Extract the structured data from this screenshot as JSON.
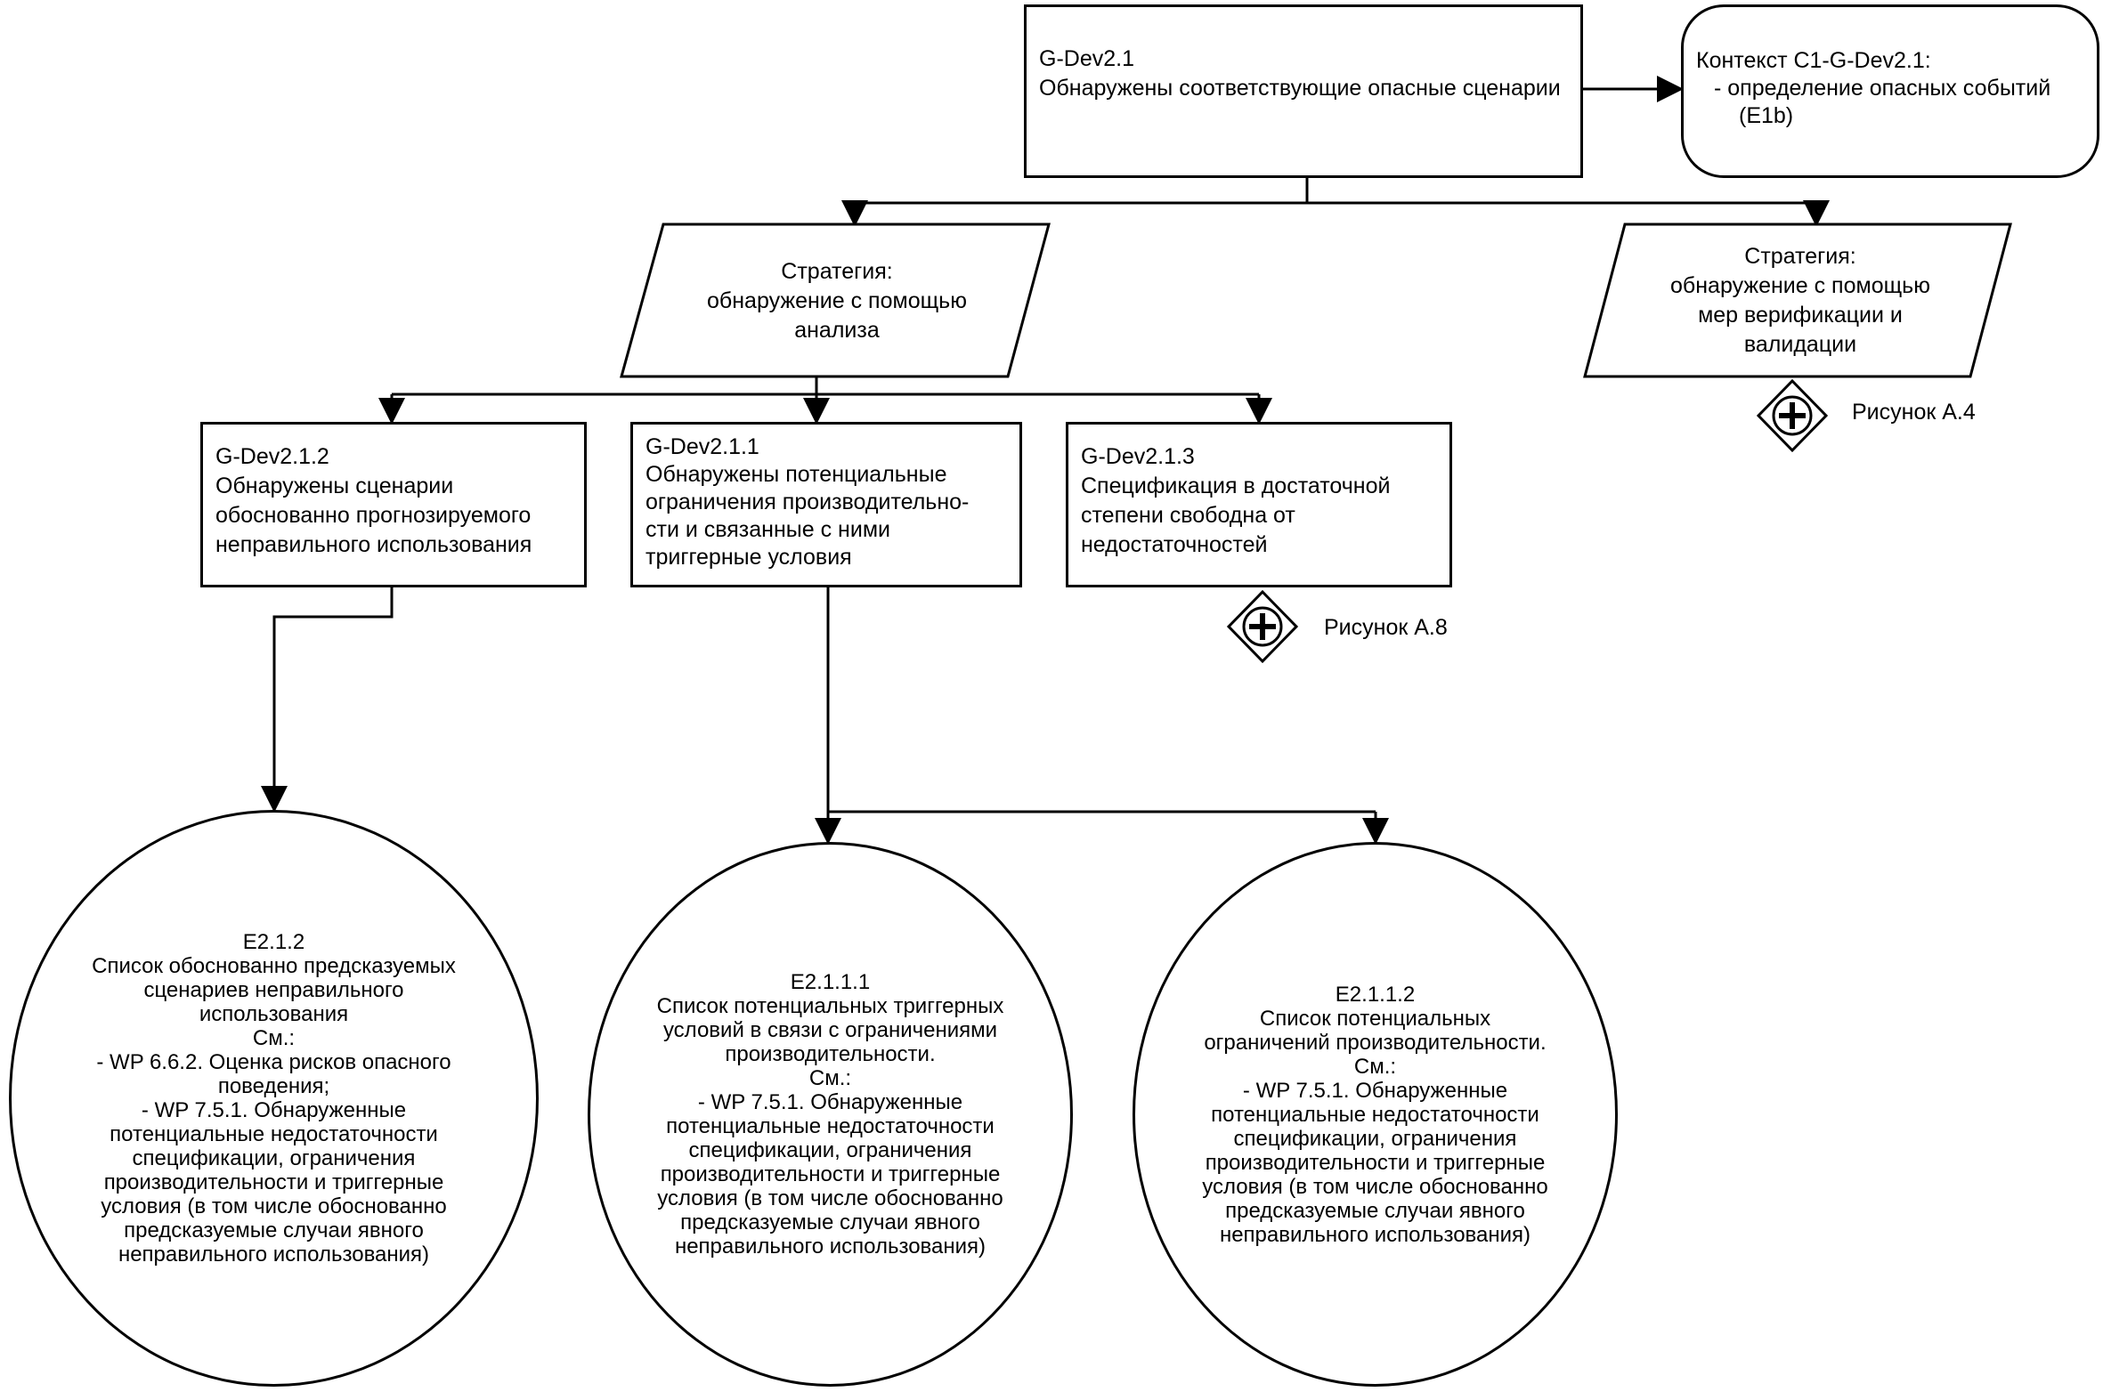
{
  "goals": {
    "g21": {
      "id": "G-Dev2.1",
      "text": "Обнаружены соответствующие опасные сценарии"
    },
    "g212": {
      "id": "G-Dev2.1.2",
      "text": "Обнаружены сценарии\nобоснованно прогнозируемого\nнеправильного использования"
    },
    "g211": {
      "id": "G-Dev2.1.1",
      "text": "Обнаружены потенциальные\nограничения производительно-\nсти и связанные с ними\nтриггерные условия"
    },
    "g213": {
      "id": "G-Dev2.1.3",
      "text": "Спецификация в достаточной\nстепени свободна от\nнедостаточностей"
    }
  },
  "context": {
    "title": "Контекст C1-G-Dev2.1:",
    "item_line1": "- определение опасных событий",
    "item_line2": "(E1b)"
  },
  "strategies": {
    "analysis": {
      "text": "Стратегия:\nобнаружение с помощью\nанализа"
    },
    "verification": {
      "text": "Стратегия:\nобнаружение с помощью\nмер верификации и\nвалидации"
    }
  },
  "figure_refs": {
    "a4": "Рисунок А.4",
    "a8": "Рисунок А.8"
  },
  "evidence": {
    "e212": {
      "id": "E2.1.2",
      "text": "Список обоснованно предсказуемых\nсценариев неправильного\nиспользования\nСм.:\n- WP 6.6.2. Оценка рисков опасного\nповедения;\n- WP 7.5.1. Обнаруженные\nпотенциальные недостаточности\nспецификации, ограничения\nпроизводительности и триггерные\nусловия  (в том числе обоснованно\nпредсказуемые случаи явного\nнеправильного использования)"
    },
    "e2111": {
      "id": "E2.1.1.1",
      "text": "Список потенциальных триггерных\nусловий в связи с ограничениями\nпроизводительности.\nСм.:\n- WP 7.5.1. Обнаруженные\nпотенциальные недостаточности\nспецификации, ограничения\nпроизводительности и триггерные\nусловия (в том числе обоснованно\nпредсказуемые случаи явного\nнеправильного использования)"
    },
    "e2112": {
      "id": "E2.1.1.2",
      "text": "Список потенциальных\nограничений производительности.\nСм.:\n- WP 7.5.1. Обнаруженные\nпотенциальные недостаточности\nспецификации, ограничения\nпроизводительности и триггерные\nусловия (в том числе обоснованно\nпредсказуемые случаи явного\nнеправильного использования)"
    }
  }
}
